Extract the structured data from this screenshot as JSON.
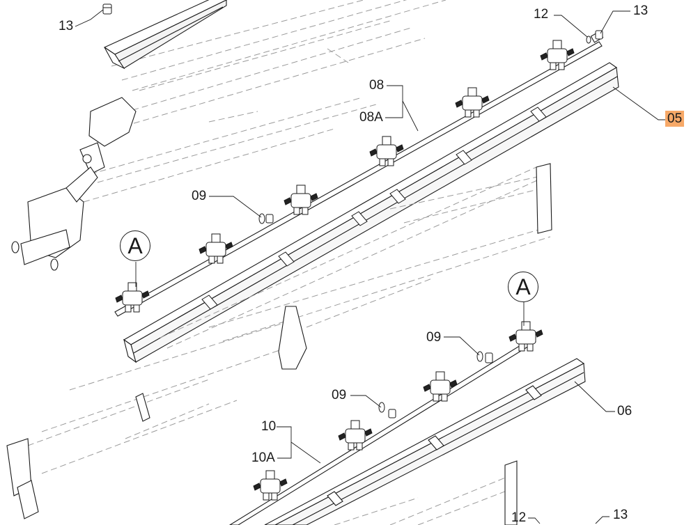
{
  "diagram": {
    "callouts": {
      "c13_top_left": "13",
      "c12_top": "12",
      "c13_top_right": "13",
      "c08": "08",
      "c08A": "08A",
      "c05": "05",
      "c09_upper": "09",
      "cA_left": "A",
      "cA_right": "A",
      "c09_right": "09",
      "c09_lower": "09",
      "c06": "06",
      "c10": "10",
      "c10A": "10A",
      "c12_bottom": "12",
      "c13_bottom": "13"
    },
    "highlight_color": "#f7a968",
    "line_color": "#1a1a1a",
    "dashed_color": "#9a9a9a"
  }
}
